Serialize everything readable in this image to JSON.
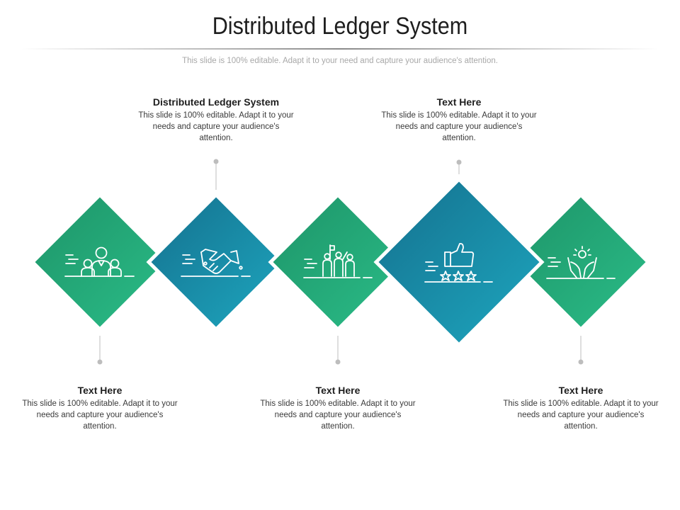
{
  "title": "Distributed Ledger System",
  "subtitle": "This slide is 100% editable. Adapt it to your need and capture your audience's attention.",
  "colors": {
    "green_dark": "#1d9468",
    "green_light": "#2bbd88",
    "teal_dark": "#14708e",
    "teal_light": "#1ea7bf",
    "connector": "#bdbdbd"
  },
  "steps": [
    {
      "heading": "Text Here",
      "body": "This slide is 100% editable. Adapt it to your needs and capture your audience's attention.",
      "icon": "team-icon",
      "color": "green"
    },
    {
      "heading": "Distributed Ledger System",
      "body": "This slide is 100% editable. Adapt it to your needs and capture your audience's attention.",
      "icon": "handshake-icon",
      "color": "teal"
    },
    {
      "heading": "Text Here",
      "body": "This slide is 100% editable. Adapt it to your needs and capture your audience's attention.",
      "icon": "team-flag-icon",
      "color": "green"
    },
    {
      "heading": "Text Here",
      "body": "This slide is 100% editable. Adapt it to your needs and capture your audience's attention.",
      "icon": "thumbs-up-rating-icon",
      "color": "teal"
    },
    {
      "heading": "Text Here",
      "body": "This slide is 100% editable. Adapt it to your needs and capture your audience's attention.",
      "icon": "hands-idea-icon",
      "color": "green"
    }
  ]
}
